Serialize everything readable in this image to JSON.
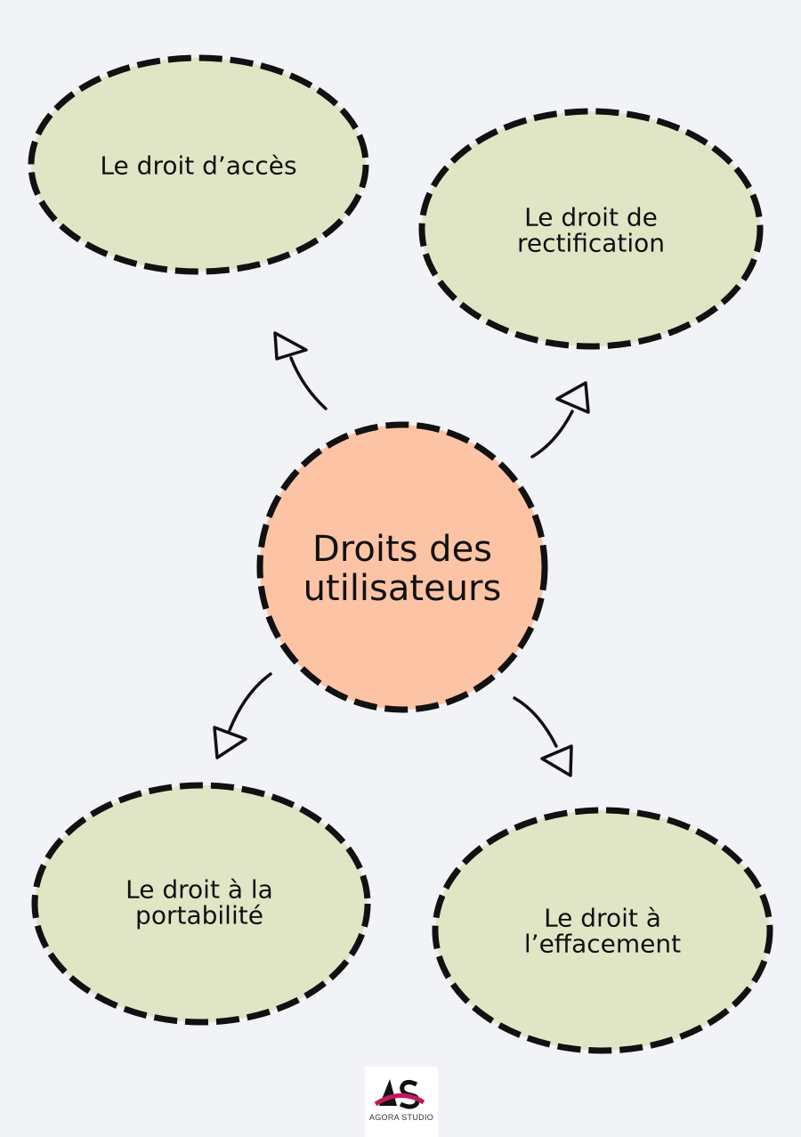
{
  "center": {
    "label": "Droits des\nutilisateurs",
    "color": "#fcc4a5"
  },
  "nodes": [
    {
      "label": "Le droit d’accès",
      "color": "#e0e6c5"
    },
    {
      "label": "Le droit de\nrectification",
      "color": "#e0e6c5"
    },
    {
      "label": "Le droit à la\nportabilité",
      "color": "#e0e6c5"
    },
    {
      "label": "Le droit à\nl’effacement",
      "color": "#e0e6c5"
    }
  ],
  "logo": {
    "letters": "AS",
    "caption": "AGORA STUDIO",
    "accent": "#c2185b"
  },
  "colors": {
    "background": "#f1f3f7",
    "stroke": "#111111"
  }
}
